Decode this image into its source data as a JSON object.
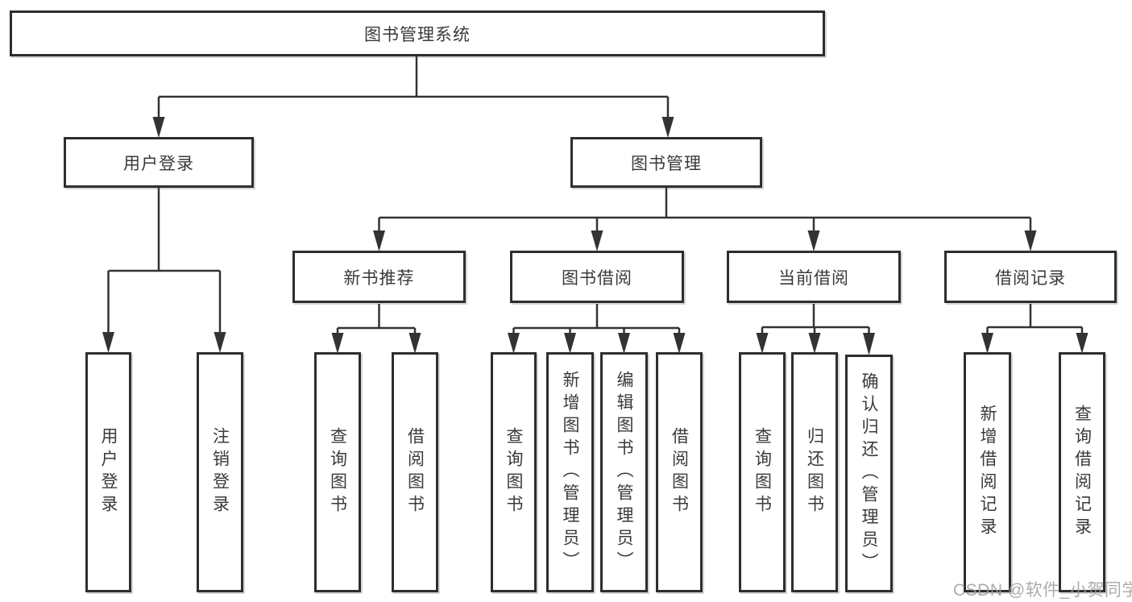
{
  "diagram": {
    "title": "图书管理系统",
    "root": "图书管理系统",
    "level2": [
      "用户登录",
      "图书管理"
    ],
    "level3": [
      "新书推荐",
      "图书借阅",
      "当前借阅",
      "借阅记录"
    ],
    "leaves": [
      "用户登录",
      "注销登录",
      "查询图书",
      "借阅图书",
      "查询图书",
      "新增图书（管理员）",
      "编辑图书（管理员）",
      "借阅图书",
      "查询图书",
      "归还图书",
      "确认归还（管理员）",
      "新增借阅记录",
      "查询借阅记录"
    ]
  },
  "watermark": "CSDN @软件_小贺同学",
  "colors": {
    "line": "#333333",
    "box_border": "#2e2e2e",
    "text": "#3a3a3a",
    "background": "#ffffff",
    "watermark": "#9e9e9e"
  }
}
